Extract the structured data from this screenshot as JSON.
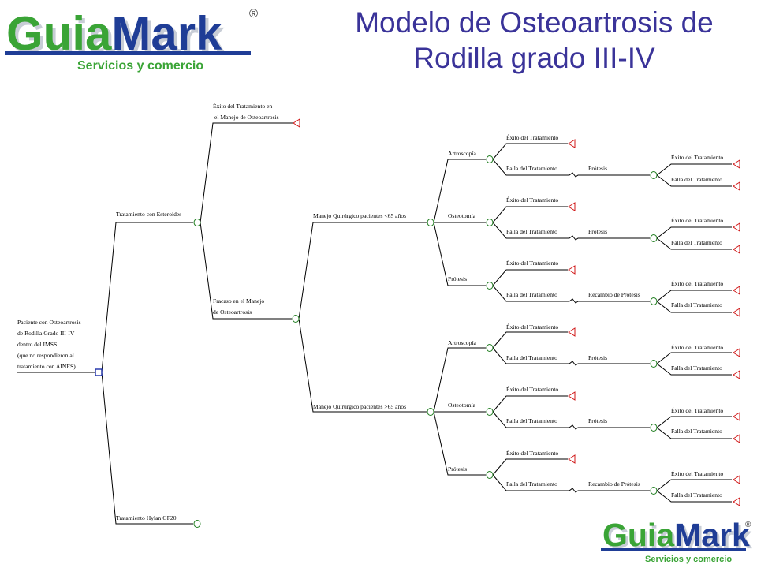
{
  "header": {
    "title_line1": "Modelo de Osteoartrosis de",
    "title_line2": "Rodilla grado III-IV"
  },
  "logo_top": {
    "word_left": "Guia",
    "word_right": "Mark",
    "registered": "®",
    "tagline": "Servicios y comercio"
  },
  "logo_bottom": {
    "word_left": "Guia",
    "word_right": "Mark",
    "registered": "®",
    "tagline": "Servicios y comercio"
  },
  "colors": {
    "title": "#3a3399",
    "logo_green": "#3aa436",
    "logo_blue": "#1f3d96",
    "chance_node": "#1e7d1e",
    "terminal_node": "#d01818",
    "decision_node": "#1c2fa8"
  },
  "tree": {
    "root": [
      "Paciente con Osteoartrosis",
      "de Rodilla Grado III-IV",
      "dentro del IMSS",
      "(que no respondieron al",
      "tratamiento con AINES)"
    ],
    "branch_steroids": "Tratamiento con Esteroides",
    "branch_hylan": "Tratamiento Hylan GF20",
    "steroids_success": [
      "Éxito del Tratamiento en",
      "el Manejo de Osteoartrosis"
    ],
    "steroids_failure": [
      "Fracaso en el Manejo",
      "de Osteoartrosis"
    ],
    "surgery_lt65": "Manejo Quirúrgico pacientes <65 años",
    "surgery_ge65": "Manejo Quirúrgico pacientes >65 años",
    "arthroscopy": "Artroscopía",
    "osteotomy": "Osteotomía",
    "prosthesis": "Prótesis",
    "success": "Éxito del Tratamiento",
    "failure": "Falla del Tratamiento",
    "next_prosthesis": "Prótesis",
    "prosthesis_replacement": "Recambio de Prótesis"
  }
}
